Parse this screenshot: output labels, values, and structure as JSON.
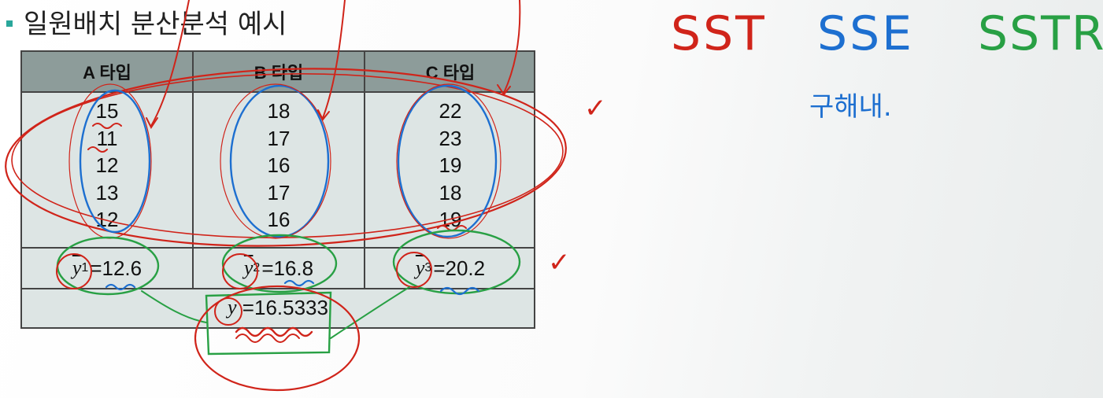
{
  "slide": {
    "title": "일원배치 분산분석 예시"
  },
  "table": {
    "headers": [
      "A 타입",
      "B 타입",
      "C 타입"
    ],
    "columns": [
      [
        "15",
        "11",
        "12",
        "13",
        "12"
      ],
      [
        "18",
        "17",
        "16",
        "17",
        "16"
      ],
      [
        "22",
        "23",
        "19",
        "18",
        "19"
      ]
    ],
    "means": [
      {
        "symbol": "y",
        "sub": "1",
        "value": "=12.6"
      },
      {
        "symbol": "y",
        "sub": "2",
        "value": "=16.8"
      },
      {
        "symbol": "y",
        "sub": "3",
        "value": "=20.2"
      }
    ],
    "grand_mean": {
      "symbol": "y",
      "value": "=16.5333"
    }
  },
  "annotations": {
    "sst": "SST",
    "sse": "SSE",
    "sstr": "SSTR:",
    "note": "구해내.",
    "check_mark": "✓"
  },
  "colors": {
    "red_ink": "#d0241a",
    "blue_ink": "#1d6fd0",
    "green_ink": "#28a044",
    "header_bg": "#8d9c9a",
    "cell_bg": "#dde5e4",
    "bullet": "#2aa79b"
  }
}
